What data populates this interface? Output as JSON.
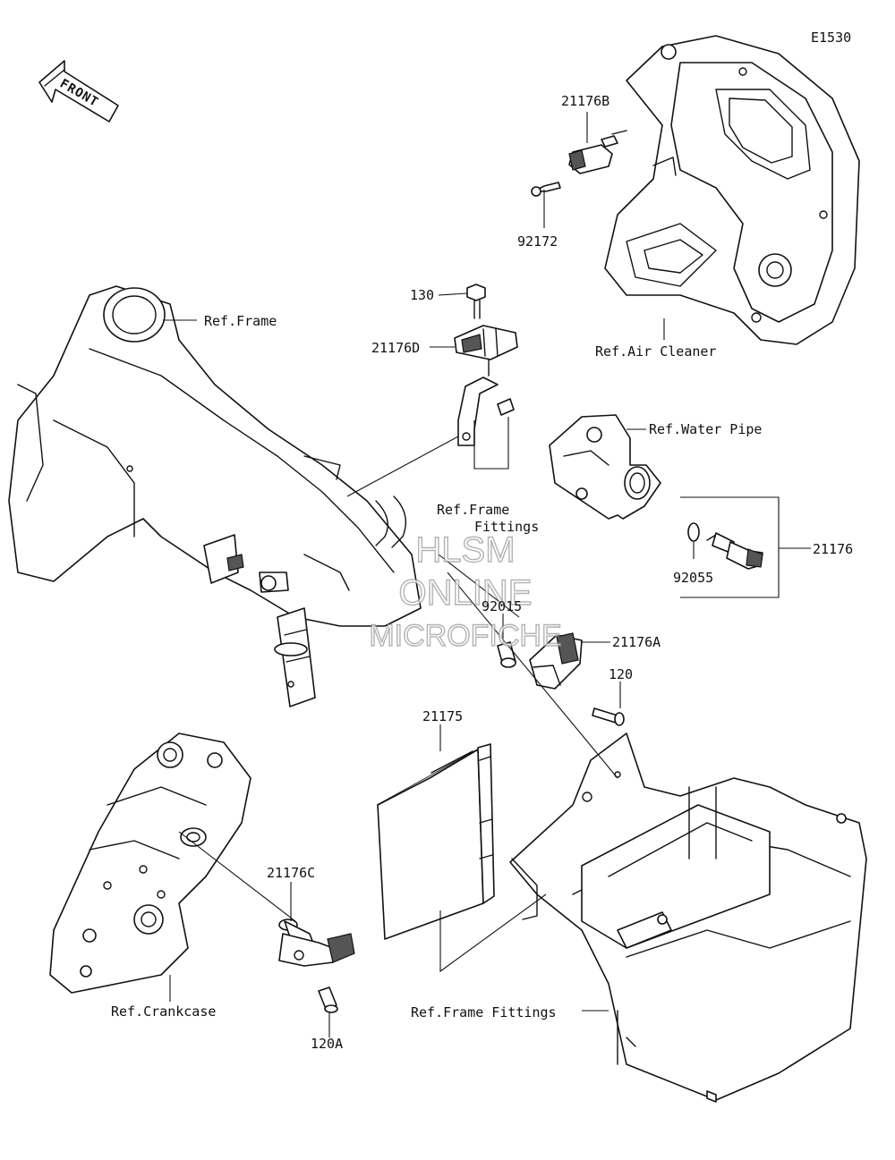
{
  "diagram_code": "E1530",
  "front_label": "FRONT",
  "watermark": {
    "line1": "HLSM",
    "line2": "ONLINE",
    "line3": "MICROFICHE"
  },
  "refs": {
    "frame": "Ref.Frame",
    "air_cleaner": "Ref.Air Cleaner",
    "water_pipe": "Ref.Water Pipe",
    "frame_fittings_upper_line1": "Ref.Frame",
    "frame_fittings_upper_line2": "Fittings",
    "crankcase": "Ref.Crankcase",
    "frame_fittings_lower": "Ref.Frame Fittings"
  },
  "parts": {
    "p21176B": "21176B",
    "p92172": "92172",
    "p130": "130",
    "p21176D": "21176D",
    "p21176": "21176",
    "p92055": "92055",
    "p92015": "92015",
    "p21176A": "21176A",
    "p120": "120",
    "p21175": "21175",
    "p21176C": "21176C",
    "p120A": "120A"
  }
}
